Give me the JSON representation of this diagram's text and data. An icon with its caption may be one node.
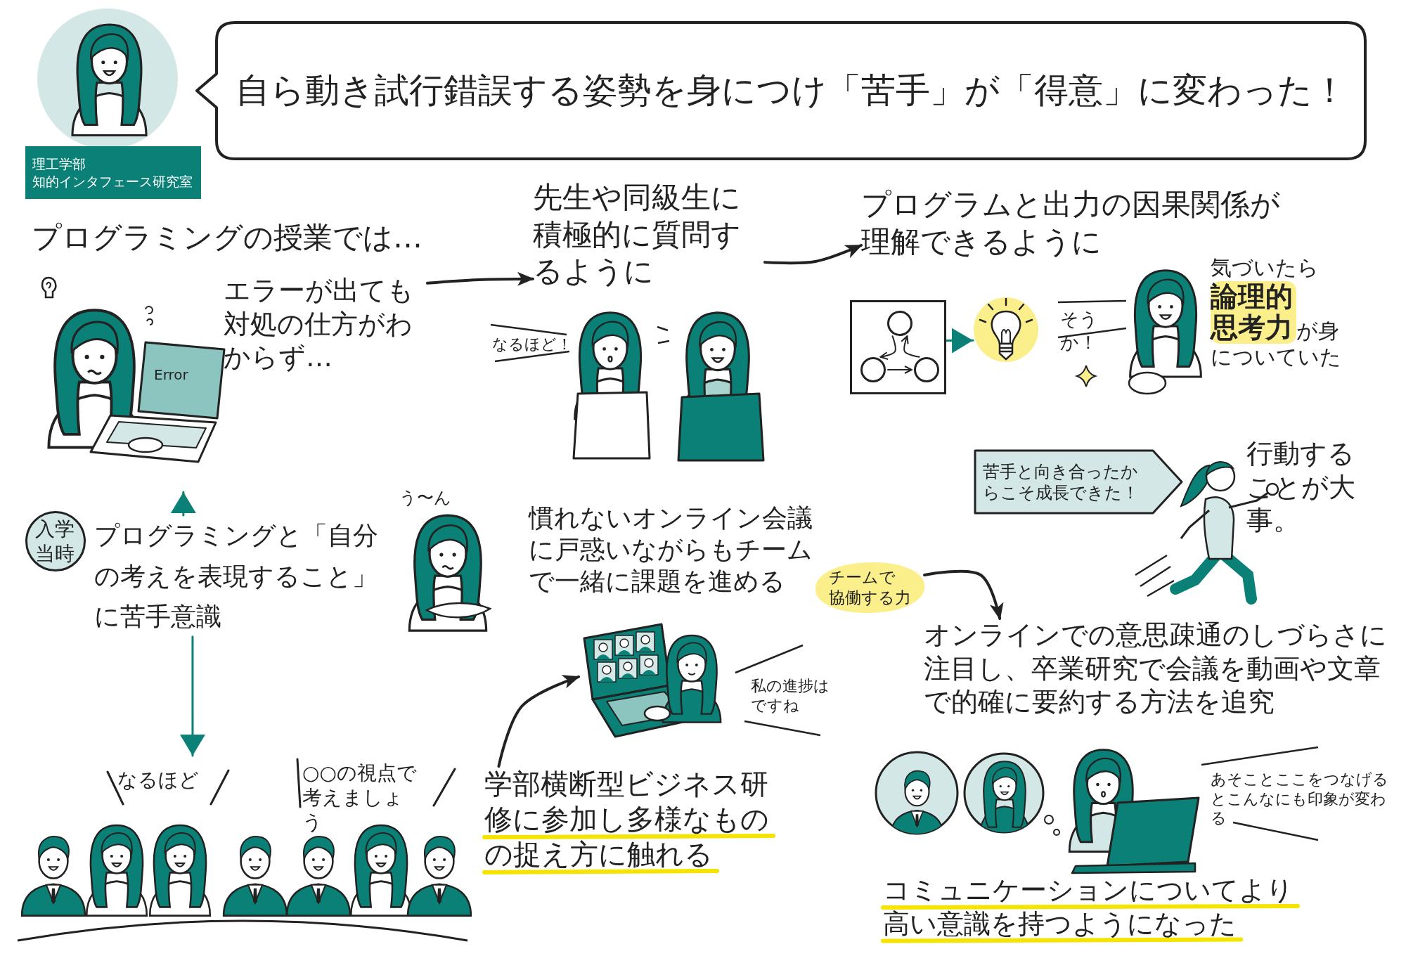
{
  "diagram": {
    "nodes": [
      {
        "text": [
          "自ら動き試行錯誤する姿勢を身につけ「苦手」が「得意」に変わった！"
        ]
      },
      {
        "text": [
          "理工学部",
          "知的インタフェース研究室"
        ]
      },
      {
        "text": [
          "プログラミングの授業では…"
        ]
      },
      {
        "text": [
          "Error"
        ]
      },
      {
        "text": [
          "エラーが出ても対処の仕方がわからず…"
        ]
      },
      {
        "text": [
          "先生や同級生に積極的に質問するように"
        ]
      },
      {
        "text": [
          "プログラムと出力の因果関係が理解できるように"
        ]
      },
      {
        "text": [],
        "shape": "box"
      },
      {
        "text": [],
        "shape": "circle",
        "in": 7
      },
      {
        "text": [],
        "shape": "circle",
        "in": 7
      },
      {
        "text": [],
        "shape": "circle",
        "in": 7
      },
      {
        "text": [],
        "shape": "picture"
      },
      {
        "text": [
          "入学当時"
        ]
      },
      {
        "text": [
          "プログラミングと「自分の考えを表現すること」に苦手意識"
        ]
      },
      {
        "text": [
          "苦手と向き合ったからこそ成長できた！"
        ]
      },
      {
        "text": [
          "慣れないオンライン会議に戸惑いながらもチームで一緒に課題を進める"
        ]
      },
      {
        "text": [
          "チームで協働する力"
        ]
      },
      {
        "text": [],
        "shape": "picture"
      },
      {
        "text": [
          "オンラインでの意思疎通のしづらさに注目し、卒業研究で会議を動画や文章で的確に要約する方法を追究"
        ]
      },
      {
        "text": [
          "学部横断型ビジネス研修に参加し多様なものの捉え方に触れる"
        ]
      },
      {
        "text": [
          "なるほど",
          "○○の視点で考えましょう"
        ]
      }
    ],
    "edges": [
      {
        "from": 4,
        "to": 5,
        "arrow": "to"
      },
      {
        "from": 5,
        "to": 6,
        "arrow": "to"
      },
      {
        "from": 7,
        "to": 11,
        "arrow": "to",
        "color": "#0b8077"
      },
      {
        "from": 8,
        "to": 9,
        "arrow": "to"
      },
      {
        "from": 9,
        "to": 10,
        "arrow": "to"
      },
      {
        "from": 10,
        "to": 8,
        "arrow": "to"
      },
      {
        "from": 13,
        "to": 3,
        "arrow": "to",
        "color": "#0b8077"
      },
      {
        "from": 13,
        "to": 20,
        "arrow": "to",
        "color": "#0b8077"
      },
      {
        "from": 19,
        "to": 17,
        "arrow": "to"
      },
      {
        "from": 16,
        "to": 18,
        "arrow": "to"
      }
    ],
    "labels": [
      "なるほど！",
      "そうか！",
      "気づいたら**論理的思考力**が身についていた",
      "行動することが大事。",
      "う〜ん",
      "私の進捗はですね",
      "あそことここをつなげるとこんなにも印象が変わる",
      "コミュニケーションについてより高い意識を持つようになった"
    ]
  }
}
